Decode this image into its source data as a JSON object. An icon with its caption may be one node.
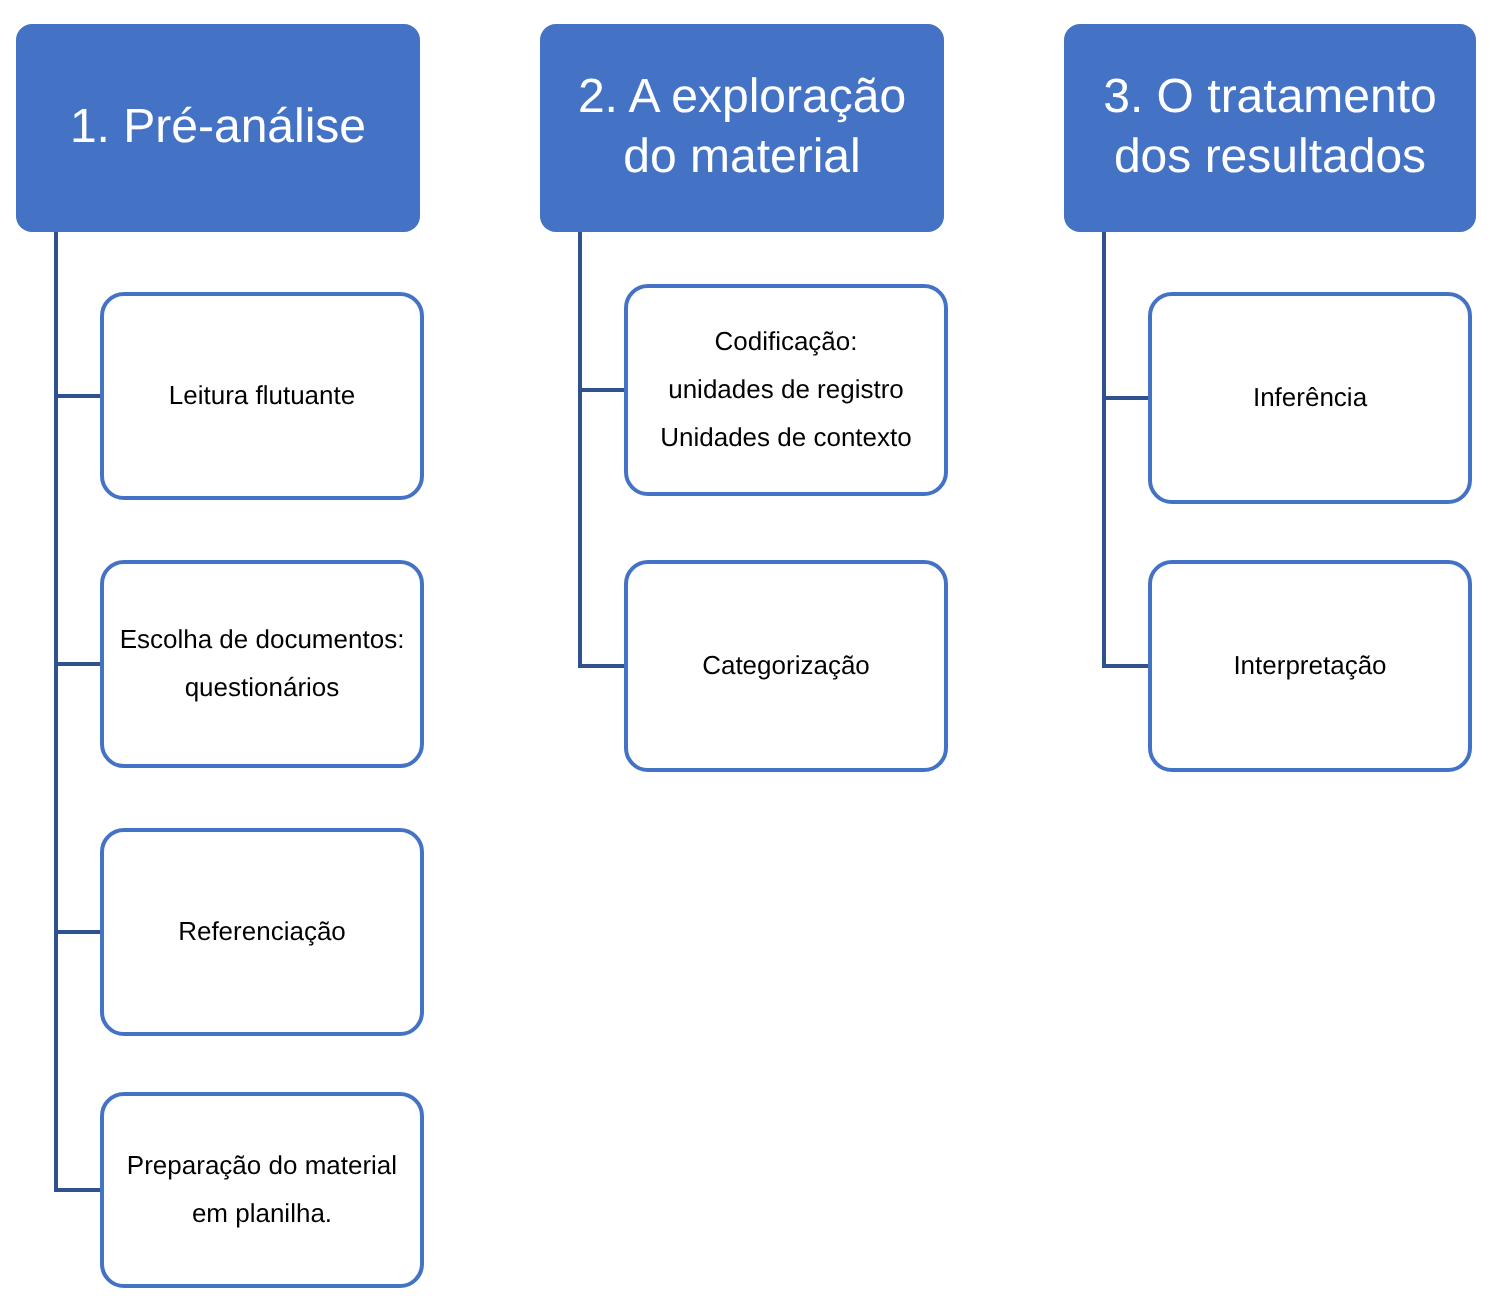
{
  "diagram": {
    "nodes": [
      {
        "text": [
          "1. Pré-análise"
        ]
      },
      {
        "text": [
          "Leitura flutuante"
        ]
      },
      {
        "text": [
          "Escolha de documentos: questionários"
        ]
      },
      {
        "text": [
          "Referenciação"
        ]
      },
      {
        "text": [
          "Preparação do material em planilha."
        ]
      },
      {
        "text": [
          "2. A exploração do material"
        ]
      },
      {
        "text": [
          "Codificação:",
          "unidades de registro",
          "Unidades de contexto"
        ]
      },
      {
        "text": [
          "Categorização"
        ]
      },
      {
        "text": [
          "3. O tratamento dos resultados"
        ]
      },
      {
        "text": [
          "Inferência"
        ]
      },
      {
        "text": [
          "Interpretação"
        ]
      }
    ],
    "edges": [
      {
        "from": 0,
        "to": 1,
        "arrow": "none"
      },
      {
        "from": 0,
        "to": 2,
        "arrow": "none"
      },
      {
        "from": 0,
        "to": 3,
        "arrow": "none"
      },
      {
        "from": 0,
        "to": 4,
        "arrow": "none"
      },
      {
        "from": 5,
        "to": 6,
        "arrow": "none"
      },
      {
        "from": 5,
        "to": 7,
        "arrow": "none"
      },
      {
        "from": 8,
        "to": 9,
        "arrow": "none"
      },
      {
        "from": 8,
        "to": 10,
        "arrow": "none"
      }
    ]
  }
}
